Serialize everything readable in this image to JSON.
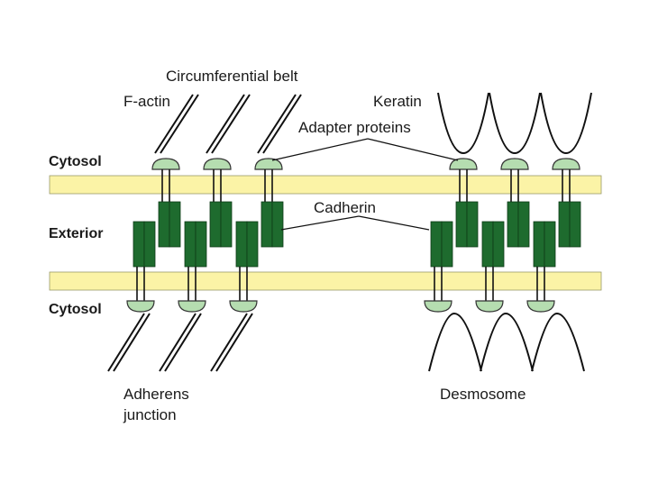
{
  "labels": {
    "circumferential_belt": "Circumferential belt",
    "f_actin": "F-actin",
    "keratin": "Keratin",
    "adapter_proteins": "Adapter proteins",
    "cadherin": "Cadherin",
    "adherens_line1": "Adherens",
    "adherens_line2": "junction",
    "desmosome": "Desmosome"
  },
  "regions": {
    "cytosol_top": "Cytosol",
    "exterior": "Exterior",
    "cytosol_bottom": "Cytosol"
  },
  "colors": {
    "membrane": "#fbf3a6",
    "membrane_edge": "#9a9a6a",
    "cadherin": "#1e6b2e",
    "cadherin_edge": "#0d3a17",
    "adapter": "#b5ddb0",
    "adapter_edge": "#333333",
    "line": "#111111"
  }
}
